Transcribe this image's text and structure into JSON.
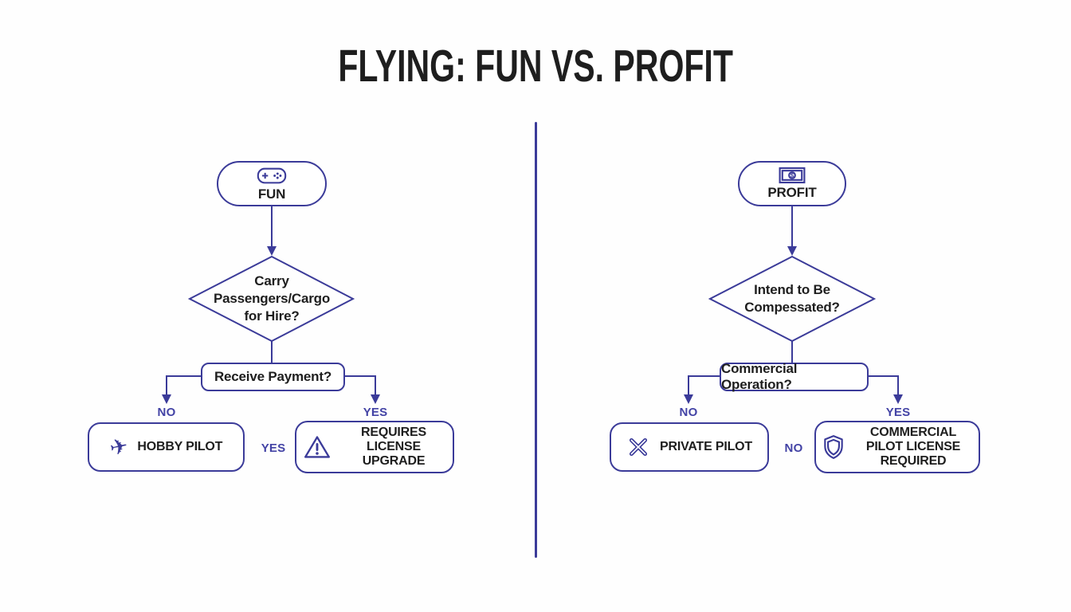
{
  "title": "FLYING: FUN VS. PROFIT",
  "colors": {
    "accent": "#3b3b99",
    "label": "#4343a5",
    "text": "#1e1e1e"
  },
  "left": {
    "start_label": "FUN",
    "start_icon": "gamepad-icon",
    "decision_lines": {
      "0": "Carry",
      "1": "Passengers/Cargo",
      "2": "for Hire?"
    },
    "question_label": "Receive Payment?",
    "branch_no_label": "NO",
    "branch_yes_label": "YES",
    "outcome_no_label": "HOBBY PILOT",
    "outcome_no_icon": "airplane-icon",
    "middle_label": "YES",
    "outcome_yes_label": "REQUIRES LICENSE UPGRADE",
    "outcome_yes_icon": "warning-icon"
  },
  "right": {
    "start_label": "PROFIT",
    "start_icon": "banknote-icon",
    "decision_lines": {
      "0": "Intend to Be",
      "1": "Compessated?"
    },
    "question_label": "Commercial Operation?",
    "branch_no_label": "NO",
    "branch_yes_label": "YES",
    "outcome_no_label": "PRIVATE PILOT",
    "outcome_no_icon": "propeller-icon",
    "middle_label": "NO",
    "outcome_yes_label": "COMMERCIAL PILOT LICENSE REQUIRED",
    "outcome_yes_icon": "shield-icon"
  }
}
